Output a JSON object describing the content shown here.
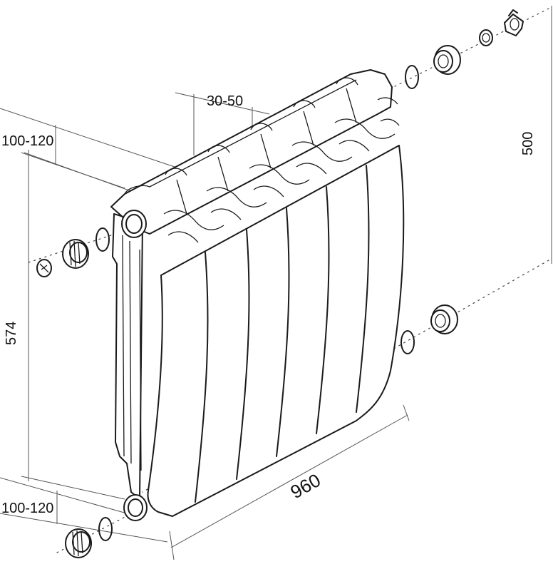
{
  "dimensions": {
    "section_depth": "30-50",
    "wall_offset_top": "100-120",
    "wall_offset_bottom": "100-120",
    "height": "574",
    "axis_distance": "500",
    "length": "960"
  },
  "colors": {
    "line": "#1a1a1a",
    "background": "#ffffff"
  }
}
